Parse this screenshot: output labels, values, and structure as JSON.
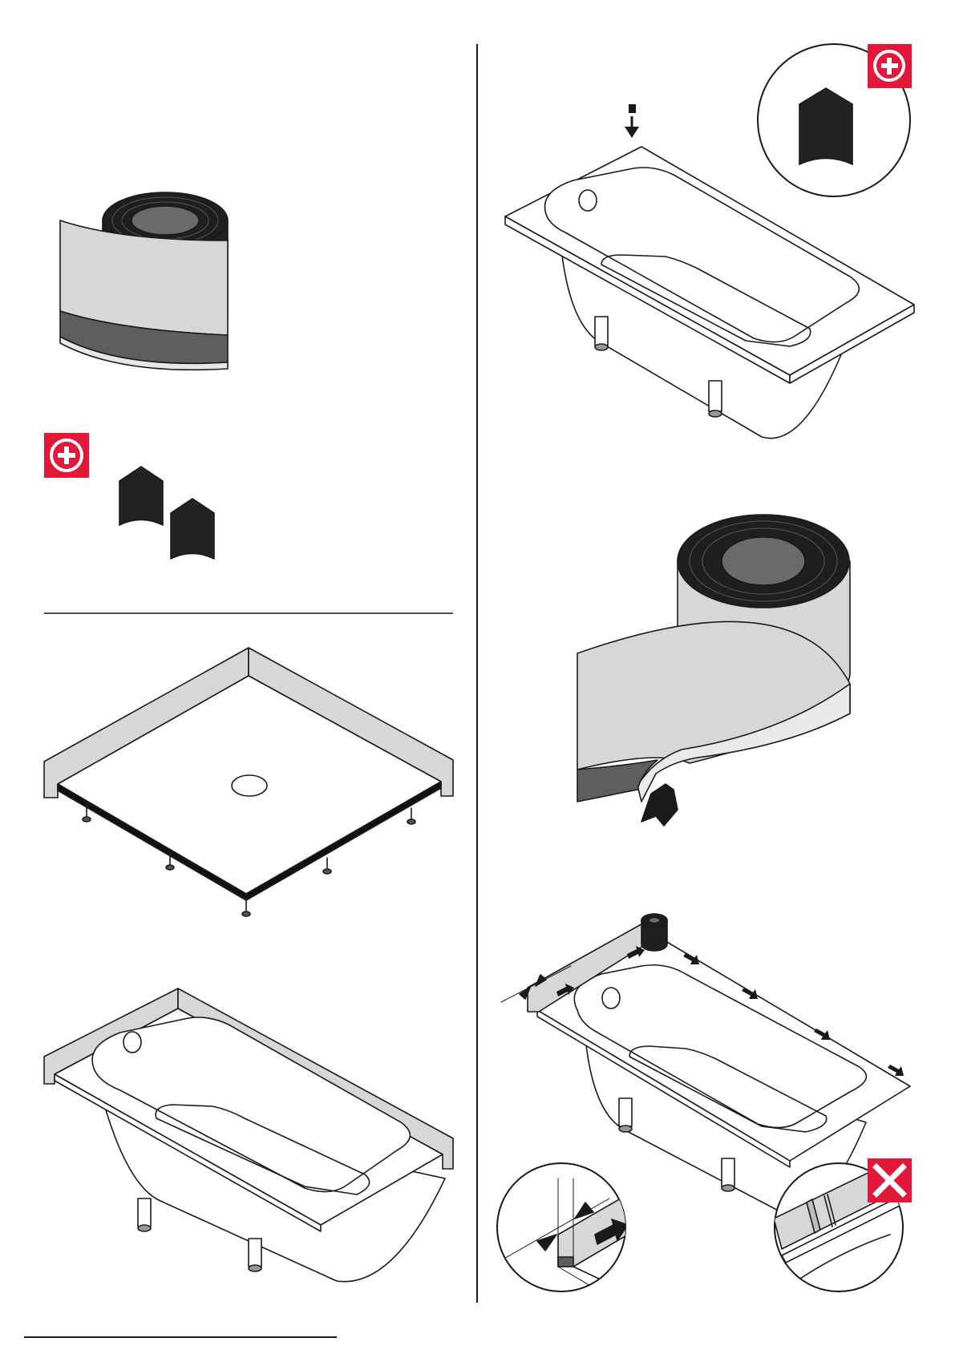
{
  "page": {
    "background": "#ffffff"
  },
  "colors": {
    "badge_red": "#e2173a",
    "ink": "#1a1a1a",
    "tape_light": "#d7d7d7",
    "tape_dark": "#5e5e5e",
    "roll_core": "#6b6b6b"
  },
  "icons": {
    "add_badge": "plus-in-circle",
    "forbidden_badge": "cross",
    "move_arrow": "arrow"
  },
  "footer": {
    "text": ""
  }
}
